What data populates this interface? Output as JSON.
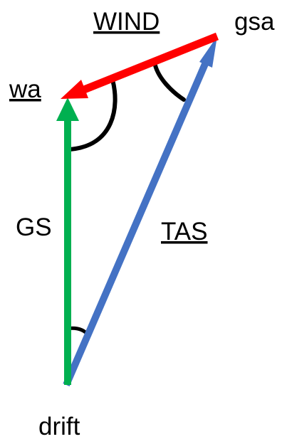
{
  "labels": {
    "wind": "WIND",
    "gsa": "gsa",
    "wa": "wa",
    "gs": "GS",
    "tas": "TAS",
    "drift": "drift"
  },
  "colors": {
    "wind": "#ff0000",
    "gs": "#00b050",
    "tas": "#4472c4",
    "arc": "#000000"
  }
}
